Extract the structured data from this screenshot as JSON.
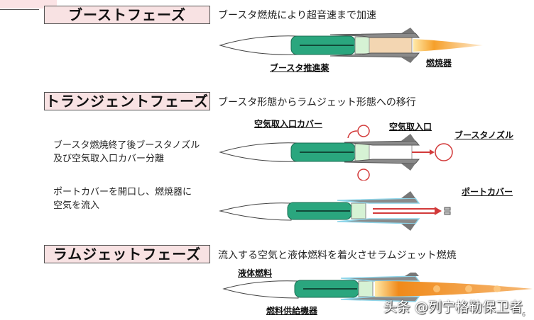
{
  "phases": [
    {
      "title": "ブーストフェーズ",
      "description": "ブースタ燃焼により超音速まで加速",
      "labels": {
        "propellant": "ブースタ推進薬",
        "combustor": "燃焼器"
      }
    },
    {
      "title": "トランジェントフェーズ",
      "description": "ブースタ形態からラムジェット形態への移行",
      "notes": [
        "ブースタ燃焼終了後ブースタノズル\n及び空気取入口カバー分離",
        "ポートカバーを開口し、燃焼器に\n空気を流入"
      ],
      "labels": {
        "intake_cover": "空気取入口カバー",
        "intake": "空気取入口",
        "booster_nozzle": "ブースタノズル",
        "port_cover": "ポートカバー"
      }
    },
    {
      "title": "ラムジェットフェーズ",
      "description": "流入する空気と液体燃料を着火させラムジェット燃焼",
      "labels": {
        "liquid_fuel": "液体燃料",
        "fuel_supply": "燃料供給機器"
      }
    }
  ],
  "watermark": "头条 @列宁格勒保卫者",
  "page_number": "6",
  "colors": {
    "title_bg": "#f8e2e3",
    "fuel_green": "#2aa67e",
    "metal_gray": "#7a7a7a",
    "flame_orange": "#f08a1a",
    "arrow_red": "#d23a3a",
    "cyan_glow": "#8fd6ea"
  }
}
